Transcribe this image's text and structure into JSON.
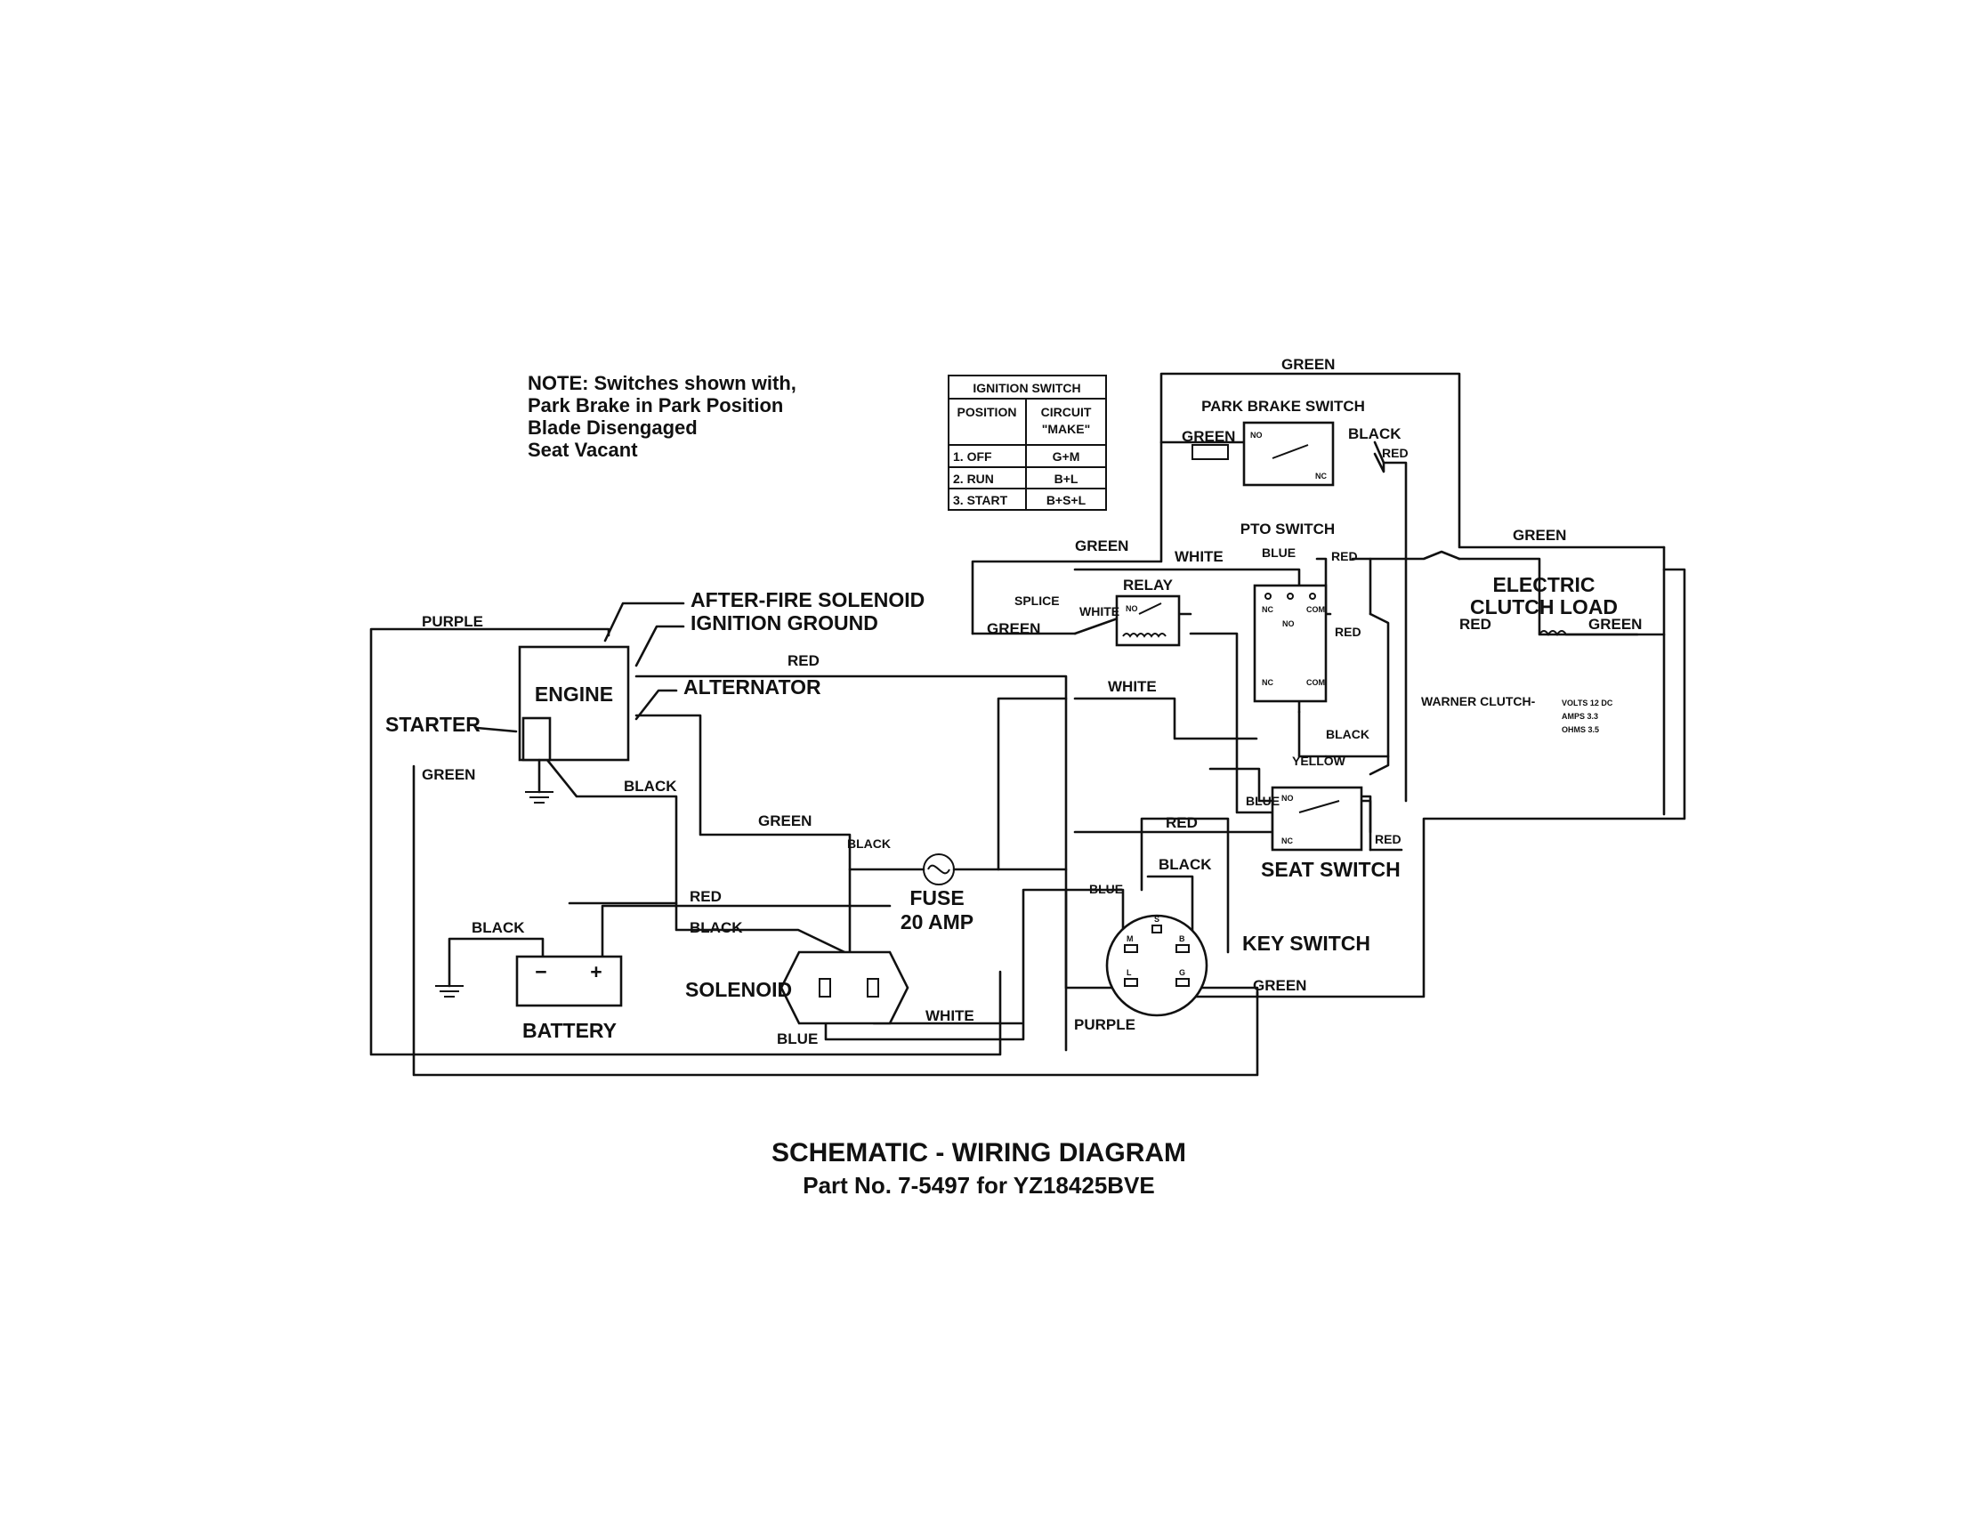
{
  "note": {
    "lines": [
      "NOTE: Switches shown with,",
      "Park Brake in Park Position",
      "Blade Disengaged",
      "Seat Vacant"
    ]
  },
  "ignition_table": {
    "title": "IGNITION SWITCH",
    "col_position": "POSITION",
    "col_circuit_1": "CIRCUIT",
    "col_circuit_2": "\"MAKE\"",
    "rows": [
      {
        "position": "1. OFF",
        "circuit": "G+M"
      },
      {
        "position": "2. RUN",
        "circuit": "B+L"
      },
      {
        "position": "3. START",
        "circuit": "B+S+L"
      }
    ]
  },
  "components": {
    "engine": "ENGINE",
    "after_fire": "AFTER-FIRE SOLENOID",
    "ignition_ground": "IGNITION GROUND",
    "alternator": "ALTERNATOR",
    "starter": "STARTER",
    "battery": "BATTERY",
    "battery_minus": "−",
    "battery_plus": "+",
    "solenoid": "SOLENOID",
    "fuse": "FUSE",
    "fuse_rating": "20 AMP",
    "key_switch": "KEY SWITCH",
    "seat_switch": "SEAT SWITCH",
    "relay": "RELAY",
    "pto_switch": "PTO SWITCH",
    "park_brake_switch": "PARK BRAKE SWITCH",
    "electric_clutch_1": "ELECTRIC",
    "electric_clutch_2": "CLUTCH LOAD",
    "splice": "SPLICE",
    "warner_clutch": "WARNER CLUTCH-",
    "volts": "VOLTS 12 DC",
    "amps": "AMPS 3.3",
    "ohms": "OHMS 3.5"
  },
  "terminals": {
    "no": "NO",
    "nc": "NC",
    "com": "COM",
    "s": "S",
    "m": "M",
    "b": "B",
    "l": "L",
    "g": "G"
  },
  "wires": {
    "purple": "PURPLE",
    "red": "RED",
    "green": "GREEN",
    "black": "BLACK",
    "white": "WHITE",
    "blue": "BLUE",
    "yellow": "YELLOW"
  },
  "title": "SCHEMATIC - WIRING DIAGRAM",
  "subtitle": "Part No. 7-5497 for YZ18425BVE"
}
